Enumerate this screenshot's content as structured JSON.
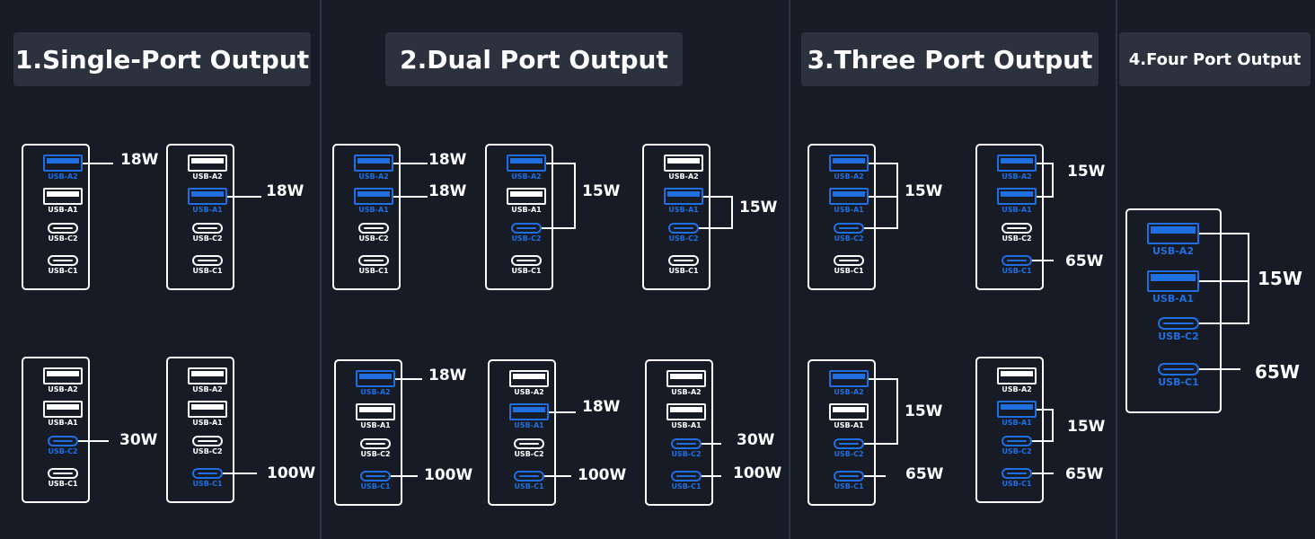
{
  "colors": {
    "background": "#161b26",
    "title_bg": "#2b313d",
    "active": "#1f6fe0",
    "inactive": "#ffffff"
  },
  "sections": [
    {
      "title": "1.Single-Port Output"
    },
    {
      "title": "2.Dual Port Output"
    },
    {
      "title": "3.Three Port Output"
    },
    {
      "title": "4.Four Port Output"
    }
  ],
  "port_names": [
    "USB-A2",
    "USB-A1",
    "USB-C2",
    "USB-C1"
  ],
  "diagrams": [
    {
      "section": 1,
      "active": [
        "USB-A2"
      ],
      "watts": [
        "18W"
      ]
    },
    {
      "section": 1,
      "active": [
        "USB-A1"
      ],
      "watts": [
        "18W"
      ]
    },
    {
      "section": 1,
      "active": [
        "USB-C2"
      ],
      "watts": [
        "30W"
      ]
    },
    {
      "section": 1,
      "active": [
        "USB-C1"
      ],
      "watts": [
        "100W"
      ]
    },
    {
      "section": 2,
      "active": [
        "USB-A2",
        "USB-A1"
      ],
      "watts": [
        "18W",
        "18W"
      ]
    },
    {
      "section": 2,
      "active": [
        "USB-A2",
        "USB-C2"
      ],
      "watts": [
        "15W"
      ]
    },
    {
      "section": 2,
      "active": [
        "USB-A1",
        "USB-C2"
      ],
      "watts": [
        "15W"
      ]
    },
    {
      "section": 2,
      "active": [
        "USB-A2",
        "USB-C1"
      ],
      "watts": [
        "18W",
        "100W"
      ]
    },
    {
      "section": 2,
      "active": [
        "USB-A1",
        "USB-C1"
      ],
      "watts": [
        "18W",
        "100W"
      ]
    },
    {
      "section": 2,
      "active": [
        "USB-C2",
        "USB-C1"
      ],
      "watts": [
        "30W",
        "100W"
      ]
    },
    {
      "section": 3,
      "active": [
        "USB-A2",
        "USB-A1",
        "USB-C2"
      ],
      "watts": [
        "15W"
      ]
    },
    {
      "section": 3,
      "active": [
        "USB-A2",
        "USB-A1",
        "USB-C1"
      ],
      "watts": [
        "15W",
        "65W"
      ]
    },
    {
      "section": 3,
      "active": [
        "USB-A2",
        "USB-C2",
        "USB-C1"
      ],
      "watts": [
        "15W",
        "65W"
      ]
    },
    {
      "section": 3,
      "active": [
        "USB-A1",
        "USB-C2",
        "USB-C1"
      ],
      "watts": [
        "15W",
        "65W"
      ]
    },
    {
      "section": 4,
      "active": [
        "USB-A2",
        "USB-A1",
        "USB-C2",
        "USB-C1"
      ],
      "watts": [
        "15W",
        "65W"
      ]
    }
  ]
}
